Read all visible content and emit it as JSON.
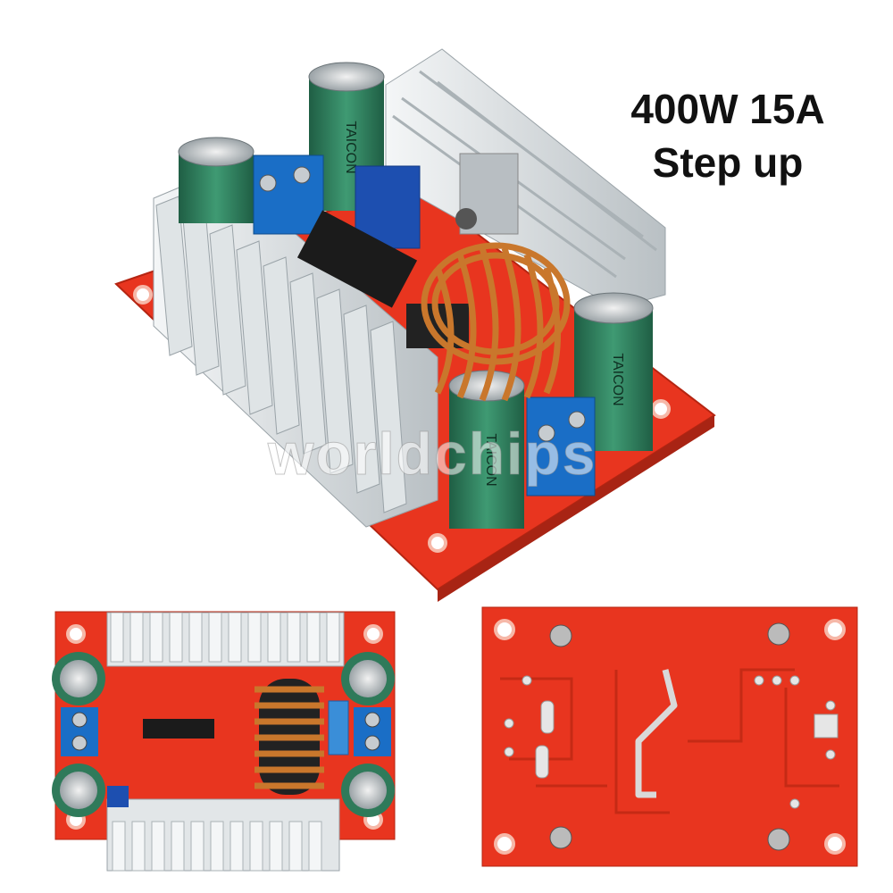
{
  "headline": {
    "line1": "400W 15A",
    "line2": "Step up"
  },
  "watermark": "worldchips",
  "capacitor_brand": "TAICON",
  "colors": {
    "pcb": "#e8351f",
    "heatsink": "#d8dde0",
    "capacitor": "#2f7a5a",
    "terminal": "#1a6ec6",
    "copper_coil": "#c9772c",
    "background": "#ffffff"
  }
}
